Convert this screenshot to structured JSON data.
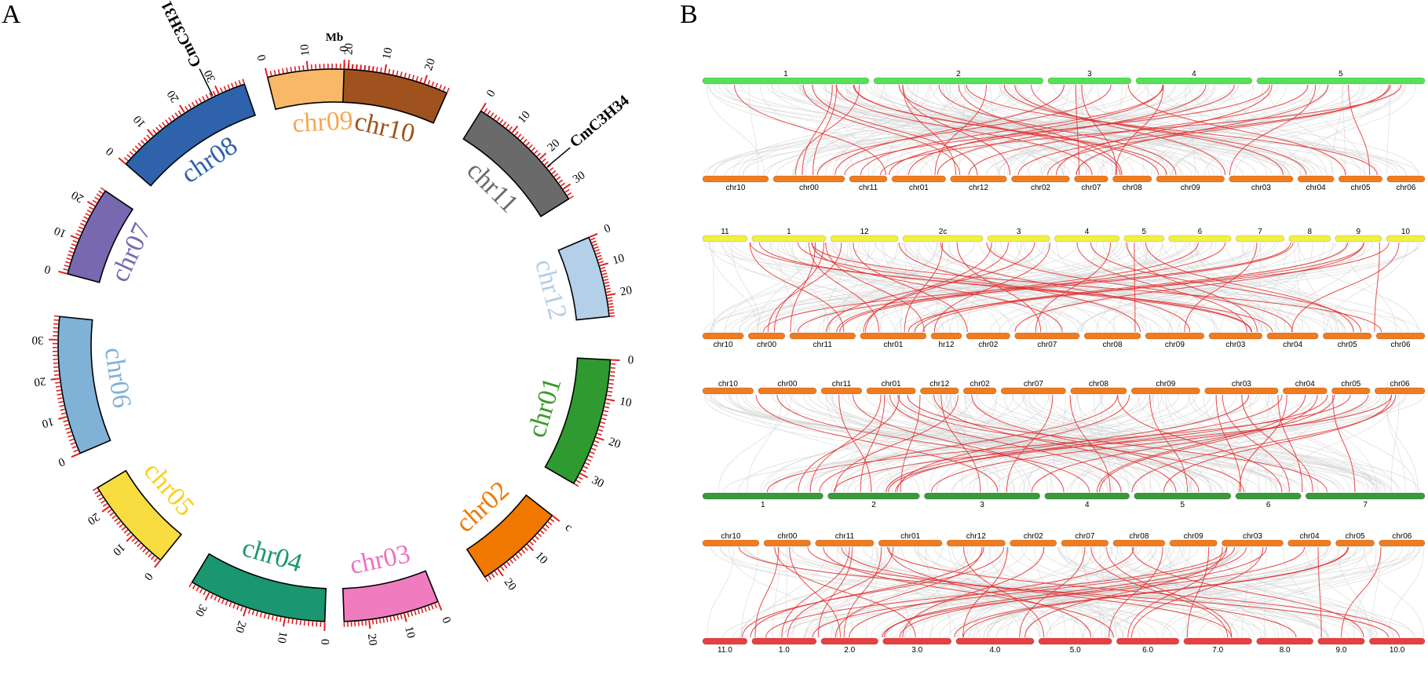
{
  "panel_a": {
    "label": "A",
    "unit_label": "Mb",
    "gene_labels": [
      {
        "text": "CmC3H31",
        "chr": "chr08"
      },
      {
        "text": "CmC3H34",
        "chr": "chr11"
      }
    ],
    "chromosomes": [
      {
        "name": "chr01",
        "color": "#2f9a2f",
        "label_color": "#3a9a2a",
        "length": 33,
        "ticks": [
          0,
          10,
          20,
          30
        ]
      },
      {
        "name": "chr02",
        "color": "#f07800",
        "label_color": "#f07800",
        "length": 24,
        "ticks": [
          "c",
          10,
          20
        ]
      },
      {
        "name": "chr03",
        "color": "#f07cc0",
        "label_color": "#f070c0",
        "length": 27,
        "ticks": [
          0,
          10,
          20
        ]
      },
      {
        "name": "chr04",
        "color": "#1a9670",
        "label_color": "#1a9670",
        "length": 35,
        "ticks": [
          0,
          10,
          20,
          30
        ]
      },
      {
        "name": "chr05",
        "color": "#f8dc40",
        "label_color": "#f8d020",
        "length": 26,
        "ticks": [
          0,
          10,
          20
        ]
      },
      {
        "name": "chr06",
        "color": "#80b2d8",
        "label_color": "#80b2d8",
        "length": 36,
        "ticks": [
          0,
          10,
          20,
          30
        ]
      },
      {
        "name": "chr07",
        "color": "#7868b0",
        "label_color": "#7868b0",
        "length": 25,
        "ticks": [
          0,
          10,
          20
        ]
      },
      {
        "name": "chr08",
        "color": "#2e62aa",
        "label_color": "#2e62aa",
        "length": 37,
        "ticks": [
          0,
          10,
          20,
          30
        ]
      },
      {
        "name": "chr09",
        "color": "#f8b868",
        "label_color": "#f8a850",
        "length": 26,
        "ticks": [
          0,
          10,
          20
        ]
      },
      {
        "name": "chr10",
        "color": "#a0521e",
        "label_color": "#a0521e",
        "length": 26,
        "ticks": [
          0,
          10,
          20
        ]
      },
      {
        "name": "chr11",
        "color": "#6a6a6a",
        "label_color": "#6a6a6a",
        "length": 33,
        "ticks": [
          0,
          10,
          20,
          30
        ]
      },
      {
        "name": "chr12",
        "color": "#b4cfe8",
        "label_color": "#b4cfe8",
        "length": 27,
        "ticks": [
          0,
          10,
          20
        ]
      }
    ]
  },
  "panel_b": {
    "label": "B",
    "chr_row_labels": [
      "chr10",
      "chr00",
      "chr11",
      "chr01",
      "chr12",
      "chr02",
      "chr07",
      "chr08",
      "chr09",
      "chr03",
      "chr04",
      "chr05",
      "chr06"
    ],
    "rows": [
      {
        "top": {
          "color": "#55e255",
          "labels": [
            "1",
            "2",
            "3",
            "4",
            "5"
          ]
        },
        "bottom": {
          "color": "#f07c20",
          "labels": [
            "chr10",
            "chr00",
            "chr11",
            "chr01",
            "chr12",
            "chr02",
            "chr07",
            "chr08",
            "chr09",
            "chr03",
            "chr04",
            "chr05",
            "chr06"
          ]
        }
      },
      {
        "top": {
          "color": "#f2f040",
          "labels": [
            "11",
            "1",
            "12",
            "2c",
            "3",
            "4",
            "5",
            "6",
            "7",
            "8",
            "9",
            "10"
          ]
        },
        "bottom": {
          "color": "#f07c20",
          "labels": [
            "chr10",
            "chr00",
            "chr11",
            "chr01",
            "hr12",
            "chr02",
            "chr07",
            "chr08",
            "chr09",
            "chr03",
            "chr04",
            "chr05",
            "chr06"
          ]
        }
      },
      {
        "top": {
          "color": "#f07c20",
          "labels": [
            "chr10",
            "chr00",
            "chr11",
            "chr01",
            "chr12",
            "chr02",
            "chr07",
            "chr08",
            "chr09",
            "chr03",
            "chr04",
            "chr05",
            "chr06"
          ]
        },
        "bottom": {
          "color": "#3a9a3a",
          "labels": [
            "1",
            "2",
            "3",
            "4",
            "5",
            "6",
            "7"
          ]
        }
      },
      {
        "top": {
          "color": "#f07c20",
          "labels": [
            "chr10",
            "chr00",
            "chr11",
            "chr01",
            "chr12",
            "chr02",
            "chr07",
            "chr08",
            "chr09",
            "chr03",
            "chr04",
            "chr05",
            "chr06"
          ]
        },
        "bottom": {
          "color": "#e84040",
          "labels": [
            "11.0",
            "1.0",
            "2.0",
            "3.0",
            "4.0",
            "5.0",
            "6.0",
            "7.0",
            "8.0",
            "9.0",
            "10.0"
          ]
        }
      }
    ]
  }
}
